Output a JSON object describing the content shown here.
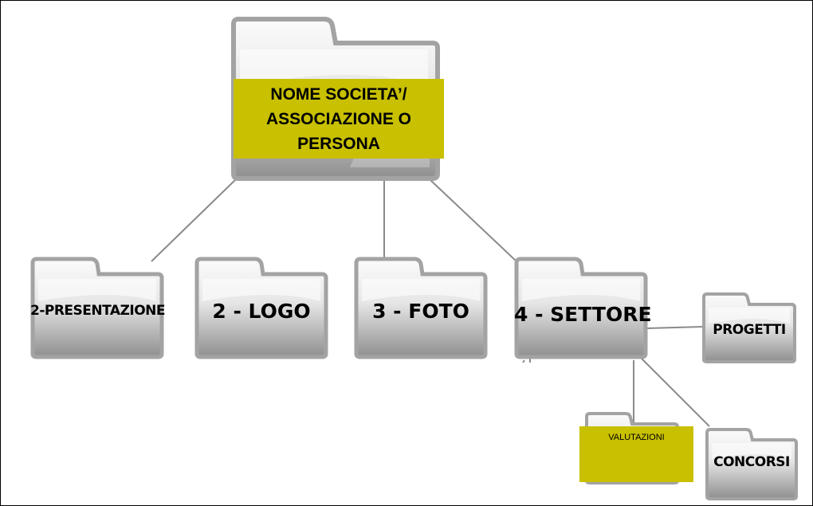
{
  "root": {
    "label_lines": [
      "NOME SOCIETA’/",
      "ASSOCIAZIONE O",
      "PERSONA"
    ]
  },
  "folders": {
    "presentazione": "2-PRESENTAZIONE",
    "logo": "2 - LOGO",
    "foto": "3 - FOTO",
    "settore": "4 - SETTORE",
    "progetti": "PROGETTI",
    "concorsi": "CONCORSI"
  },
  "valutazioni": "VALUTAZIONI",
  "colors": {
    "note_fill": "#c8c000",
    "folder_border": "#a3a3a3",
    "connector": "#8a8a8a"
  }
}
